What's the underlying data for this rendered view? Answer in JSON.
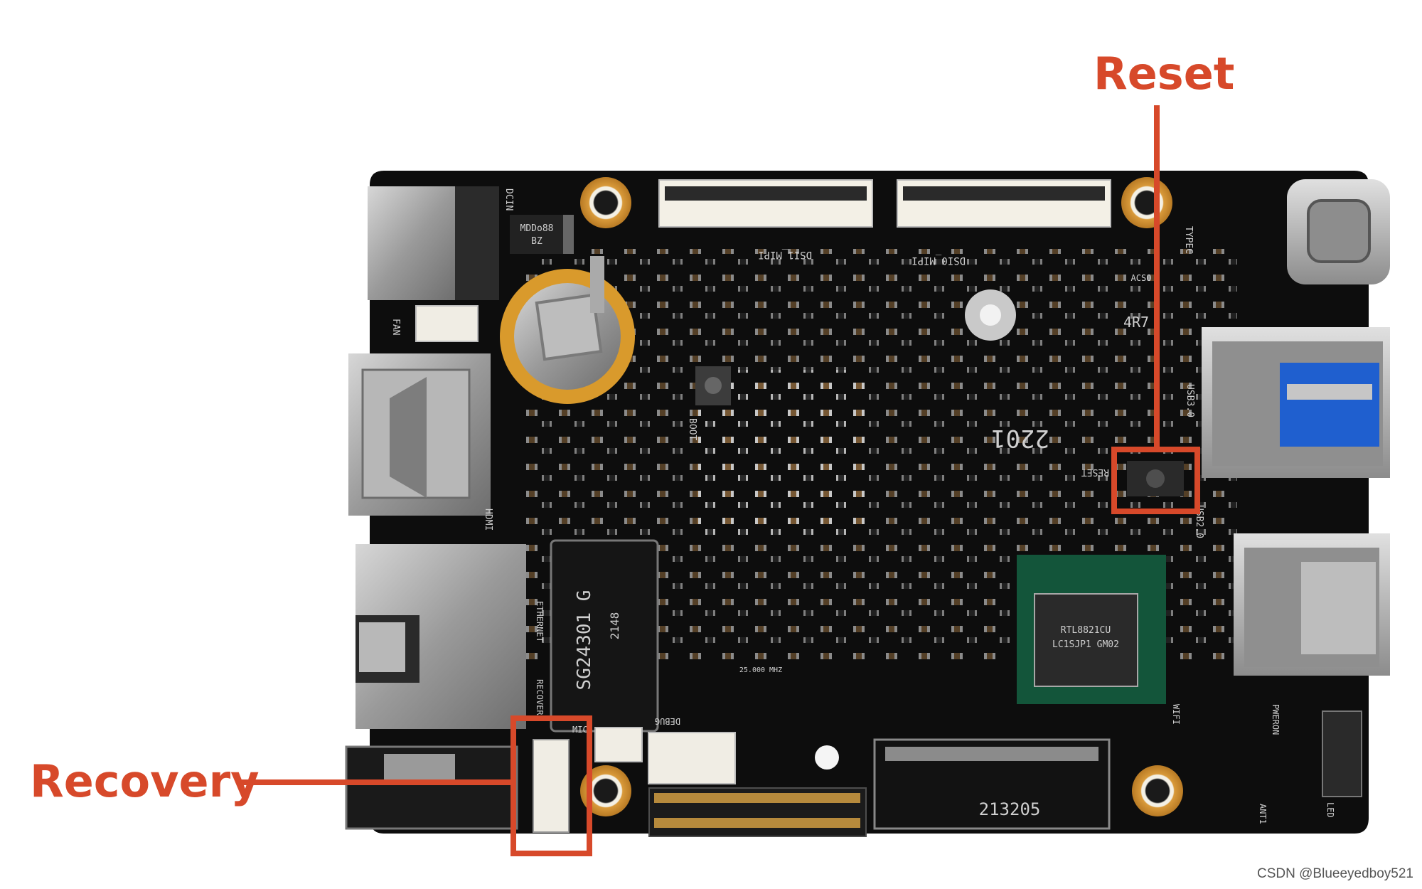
{
  "callouts": {
    "reset_label": "Reset",
    "recovery_label": "Recovery",
    "color": "#d7492a"
  },
  "board_markings": {
    "controller_chip": "SG24301 G",
    "controller_code": "2148",
    "wifi_module_line1": "RTL8821CU",
    "wifi_module_line2": "LC1SJP1 GM02",
    "m2_code": "213205",
    "crystal": "25.000 MHZ",
    "board_number": "2201",
    "inductor": "4R7",
    "inductor_small": "ACSO",
    "diode_line1": "MDDo88",
    "diode_line2": "BZ"
  },
  "silkscreen": {
    "dcin": "DCIN",
    "fan": "FAN",
    "hdmi": "HDMI",
    "ethernet": "ETHERNET",
    "recovery": "RECOVERY",
    "mic": "MIC",
    "debug": "DEBUG",
    "boot": "BOOT",
    "reset": "RESET",
    "dsi1_mipi": "DSI1_MIPI",
    "dsi0_mipi": "DSI0_MIPI",
    "typec": "TYPEC",
    "usb30": "USB3.0",
    "usb20": "USB2.0",
    "wifi": "WIFI",
    "poweron": "PWERON",
    "ant1": "ANT1",
    "led": "LED"
  },
  "watermark": "CSDN @Blueeyedboy521"
}
